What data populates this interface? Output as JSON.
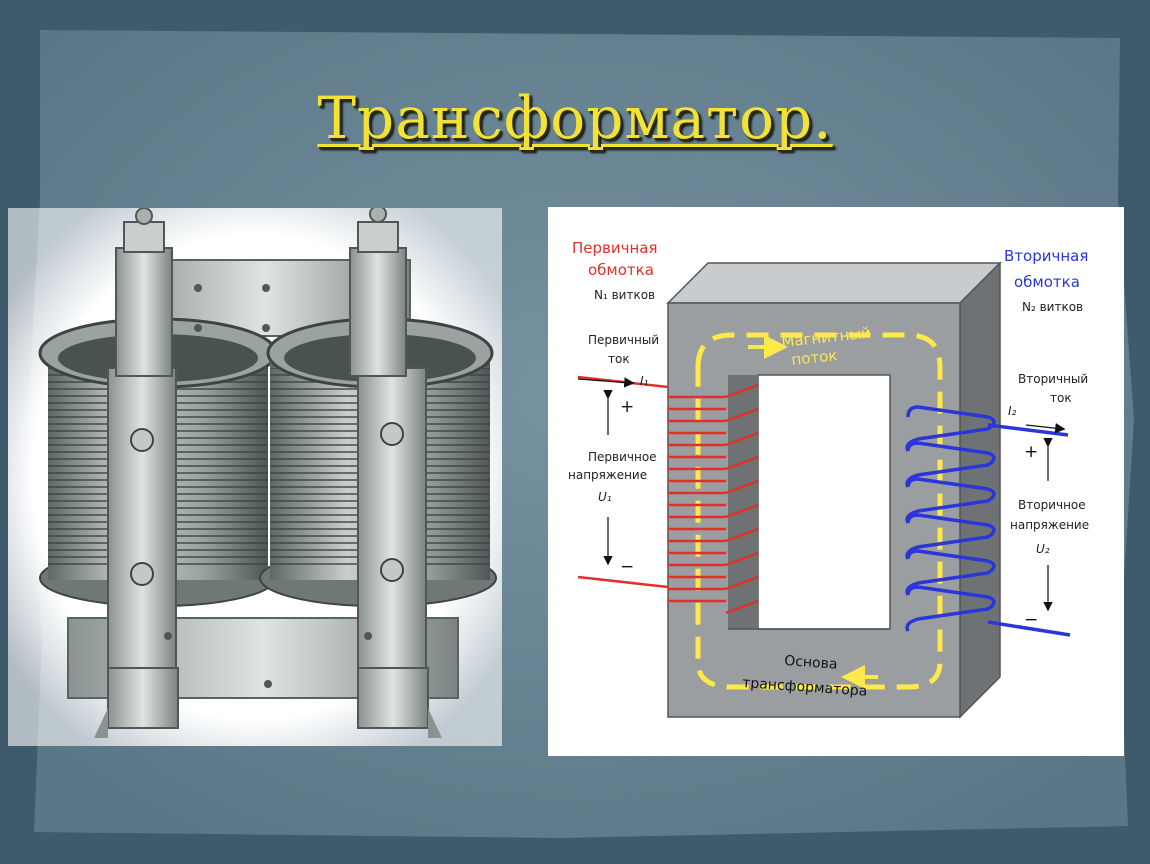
{
  "slide": {
    "title": "Трансформатор."
  },
  "diagram": {
    "primary_winding": "Первичная",
    "primary_winding_2": "обмотка",
    "primary_turns": "N₁ витков",
    "secondary_winding": "Вторичная",
    "secondary_winding_2": "обмотка",
    "secondary_turns": "N₂ витков",
    "primary_current_1": "Первичный",
    "primary_current_2": "ток",
    "primary_current_symbol": "I₁",
    "secondary_current_1": "Вторичный",
    "secondary_current_2": "ток",
    "secondary_current_symbol": "I₂",
    "primary_voltage_1": "Первичное",
    "primary_voltage_2": "напряжение",
    "primary_voltage_symbol": "U₁",
    "secondary_voltage_1": "Вторичное",
    "secondary_voltage_2": "напряжение",
    "secondary_voltage_symbol": "U₂",
    "magnetic_flux_1": "Магнитный",
    "magnetic_flux_2": "поток",
    "core_1": "Основа",
    "core_2": "трансформатора",
    "plus": "+",
    "minus": "−"
  },
  "colors": {
    "primary": "#e0302b",
    "secondary": "#2a36d8",
    "flux": "#ffe84a",
    "core": "#9a9ea1",
    "title": "#f2e233"
  }
}
